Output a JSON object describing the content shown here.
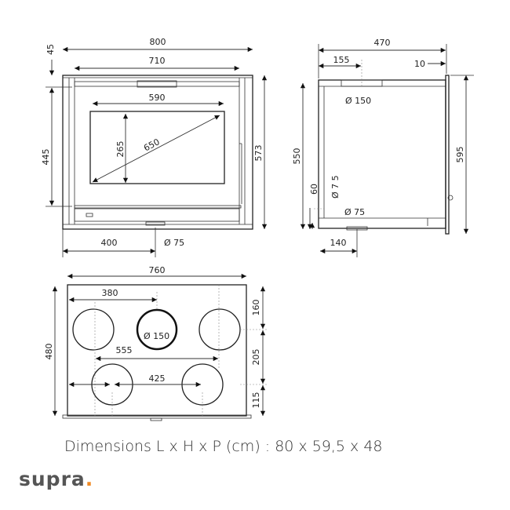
{
  "front_view": {
    "width_total": "800",
    "width_inner": "710",
    "top_offset": "45",
    "height_opening": "445",
    "height_total": "573",
    "glass_width": "590",
    "glass_height": "265",
    "glass_diagonal": "650",
    "air_inlet_offset": "400",
    "air_inlet_diameter": "Ø 75"
  },
  "side_view": {
    "depth_total": "470",
    "flue_offset": "155",
    "plate_thickness": "10",
    "flue_diameter": "Ø 150",
    "height_body": "550",
    "height_total": "595",
    "inlet_height": "60",
    "inlet_diameter_vertical": "Ø 7 5",
    "inlet_diameter": "Ø 75",
    "inlet_offset": "140"
  },
  "top_view": {
    "width": "760",
    "depth": "480",
    "center_offset": "380",
    "flue_diameter": "Ø 150",
    "outer_spacing": "555",
    "inner_spacing": "425",
    "row1": "160",
    "row2": "205",
    "row3": "115"
  },
  "caption": "Dimensions L x H x P (cm) : 80 x 59,5 x 48",
  "logo": {
    "text": "supra",
    "dot": ".",
    "text_color": "#555555",
    "dot_color": "#f08a24"
  }
}
